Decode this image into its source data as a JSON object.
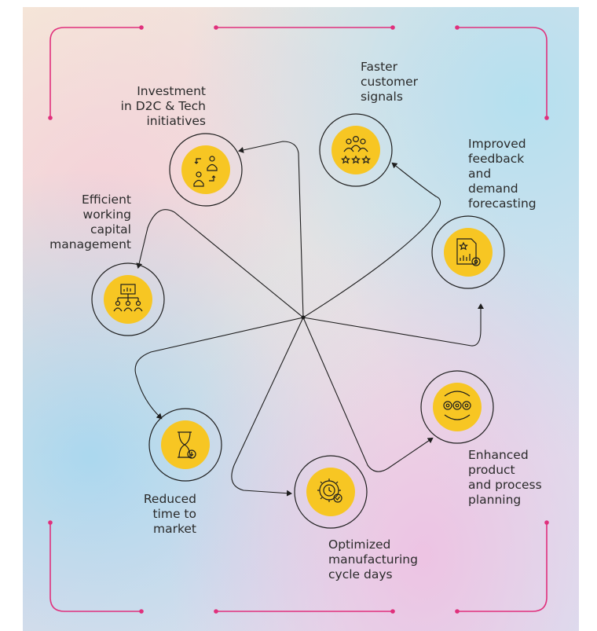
{
  "colors": {
    "frame": "#e0307c",
    "circle_fill": "#f7c623",
    "line": "#1e1e1e",
    "text": "#2a2a2a"
  },
  "nodes": [
    {
      "id": "customer-signals",
      "icon": "people-stars-icon",
      "label_lines": [
        "Faster",
        "customer",
        "signals"
      ]
    },
    {
      "id": "demand-forecasting",
      "icon": "report-chart-gear-icon",
      "label_lines": [
        "Improved",
        "feedback",
        "and",
        "demand",
        "forecasting"
      ]
    },
    {
      "id": "process-planning",
      "icon": "gears-cycle-icon",
      "label_lines": [
        "Enhanced",
        "product",
        "and process",
        "planning"
      ]
    },
    {
      "id": "cycle-days",
      "icon": "gear-clock-icon",
      "label_lines": [
        "Optimized",
        "manufacturing",
        "cycle days"
      ]
    },
    {
      "id": "time-to-market",
      "icon": "hourglass-icon",
      "label_lines": [
        "Reduced",
        "time to",
        "market"
      ]
    },
    {
      "id": "working-capital",
      "icon": "org-chart-icon",
      "label_lines": [
        "Efficient",
        "working",
        "capital",
        "management"
      ]
    },
    {
      "id": "d2c-tech",
      "icon": "people-exchange-icon",
      "label_lines": [
        "Investment",
        "in D2C & Tech",
        "initiatives"
      ]
    }
  ]
}
